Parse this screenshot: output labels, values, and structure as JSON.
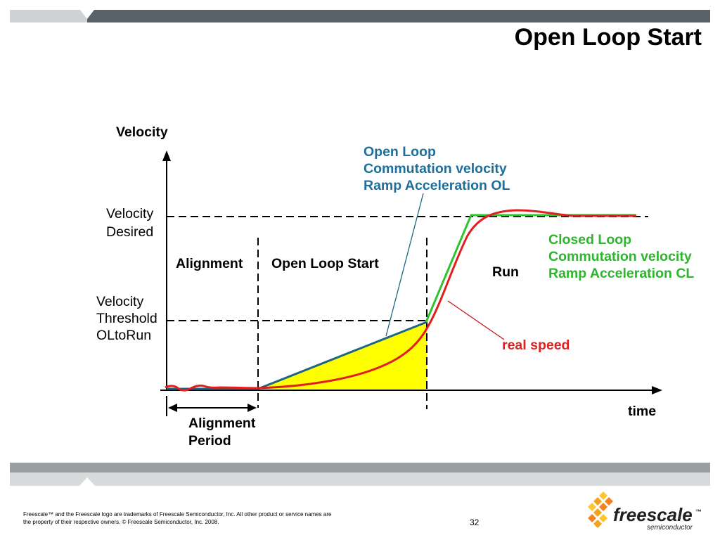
{
  "slide": {
    "title": "Open Loop Start",
    "page_number": "32",
    "footer": {
      "line1": "Freescale™ and the Freescale logo are trademarks of Freescale Semiconductor, Inc. All other product or service names are",
      "line2": "the property of their respective owners. © Freescale Semiconductor, Inc. 2008."
    },
    "logo": {
      "icon": "freescale-diamond-logo",
      "word": "freescale",
      "trademark": "™",
      "tagline": "semiconductor"
    },
    "colors": {
      "top_bar_light": "#cfd3d3",
      "top_bar_dark": "#5a6269",
      "bottom_band_dark": "#9a9fa2",
      "bottom_band_light": "#d8dbdb",
      "logo_orange": "#f58220",
      "logo_amber": "#f7a21b",
      "logo_yellow": "#fdc52f"
    }
  },
  "diagram": {
    "y_axis_label": "Velocity",
    "x_axis_label": "time",
    "velocity_desired": [
      "Velocity",
      "Desired"
    ],
    "velocity_threshold": [
      "Velocity",
      "Threshold",
      "OLtoRun"
    ],
    "phases": {
      "alignment": "Alignment",
      "open_loop_start": "Open Loop Start",
      "run": "Run"
    },
    "open_loop_note": [
      "Open Loop",
      "Commutation velocity",
      "Ramp Acceleration OL"
    ],
    "closed_loop_note": [
      "Closed Loop",
      "Commutation velocity",
      "Ramp Acceleration CL"
    ],
    "real_speed_label": "real speed",
    "alignment_period": [
      "Alignment",
      "Period"
    ],
    "colors": {
      "open_loop_line": "#1d6581",
      "open_loop_text": "#1f6e9c",
      "closed_loop_line": "#2fc42f",
      "closed_loop_text": "#2db52d",
      "real_speed": "#e31e1e",
      "real_speed_leader": "#c0141c",
      "area_fill": "#ffff00"
    }
  }
}
